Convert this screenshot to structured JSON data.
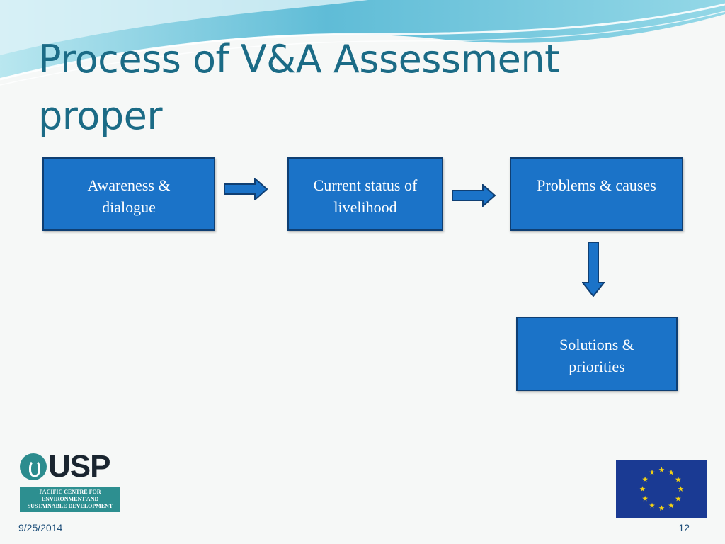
{
  "slide": {
    "title_line1": "Process of V&A Assessment",
    "title_line2": "proper"
  },
  "flow": {
    "box1": {
      "line1": "Awareness &",
      "line2": "dialogue"
    },
    "box2": {
      "line1": "Current status of",
      "line2": "livelihood"
    },
    "box3": {
      "line1": "Problems & causes",
      "line2": ""
    },
    "box4": {
      "line1": "Solutions &",
      "line2": "priorities"
    }
  },
  "logos": {
    "usp": {
      "name": "USP",
      "banner_line1": "PACIFIC CENTRE FOR",
      "banner_line2": "ENVIRONMENT AND",
      "banner_line3": "SUSTAINABLE DEVELOPMENT"
    },
    "eu_flag": "eu-flag-icon"
  },
  "footer": {
    "date": "9/25/2014",
    "page_number": "12"
  },
  "colors": {
    "title": "#1b6b86",
    "box_fill": "#1b73c8",
    "box_border": "#0f3f73",
    "arrow_fill": "#1b73c8",
    "wave_light": "#8fd6e6",
    "eu_blue": "#1a3a93",
    "eu_star": "#f5d312"
  }
}
